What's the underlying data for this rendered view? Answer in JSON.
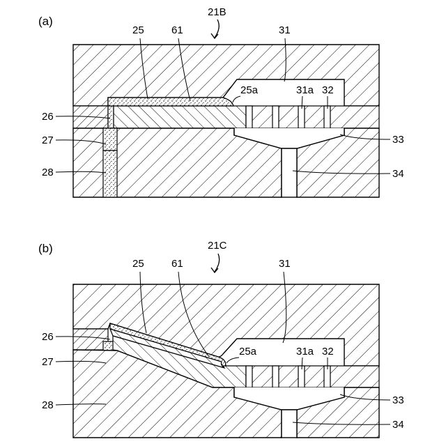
{
  "panels": [
    {
      "id": "a",
      "panel_label": "(a)",
      "assembly_label": "21B",
      "labels": {
        "l25": "25",
        "l61": "61",
        "l31": "31",
        "l25a": "25a",
        "l31a": "31a",
        "l32": "32",
        "l26": "26",
        "l27": "27",
        "l28": "28",
        "l33": "33",
        "l34": "34"
      }
    },
    {
      "id": "b",
      "panel_label": "(b)",
      "assembly_label": "21C",
      "labels": {
        "l25": "25",
        "l61": "61",
        "l31": "31",
        "l25a": "25a",
        "l31a": "31a",
        "l32": "32",
        "l26": "26",
        "l27": "27",
        "l28": "28",
        "l33": "33",
        "l34": "34"
      }
    }
  ]
}
